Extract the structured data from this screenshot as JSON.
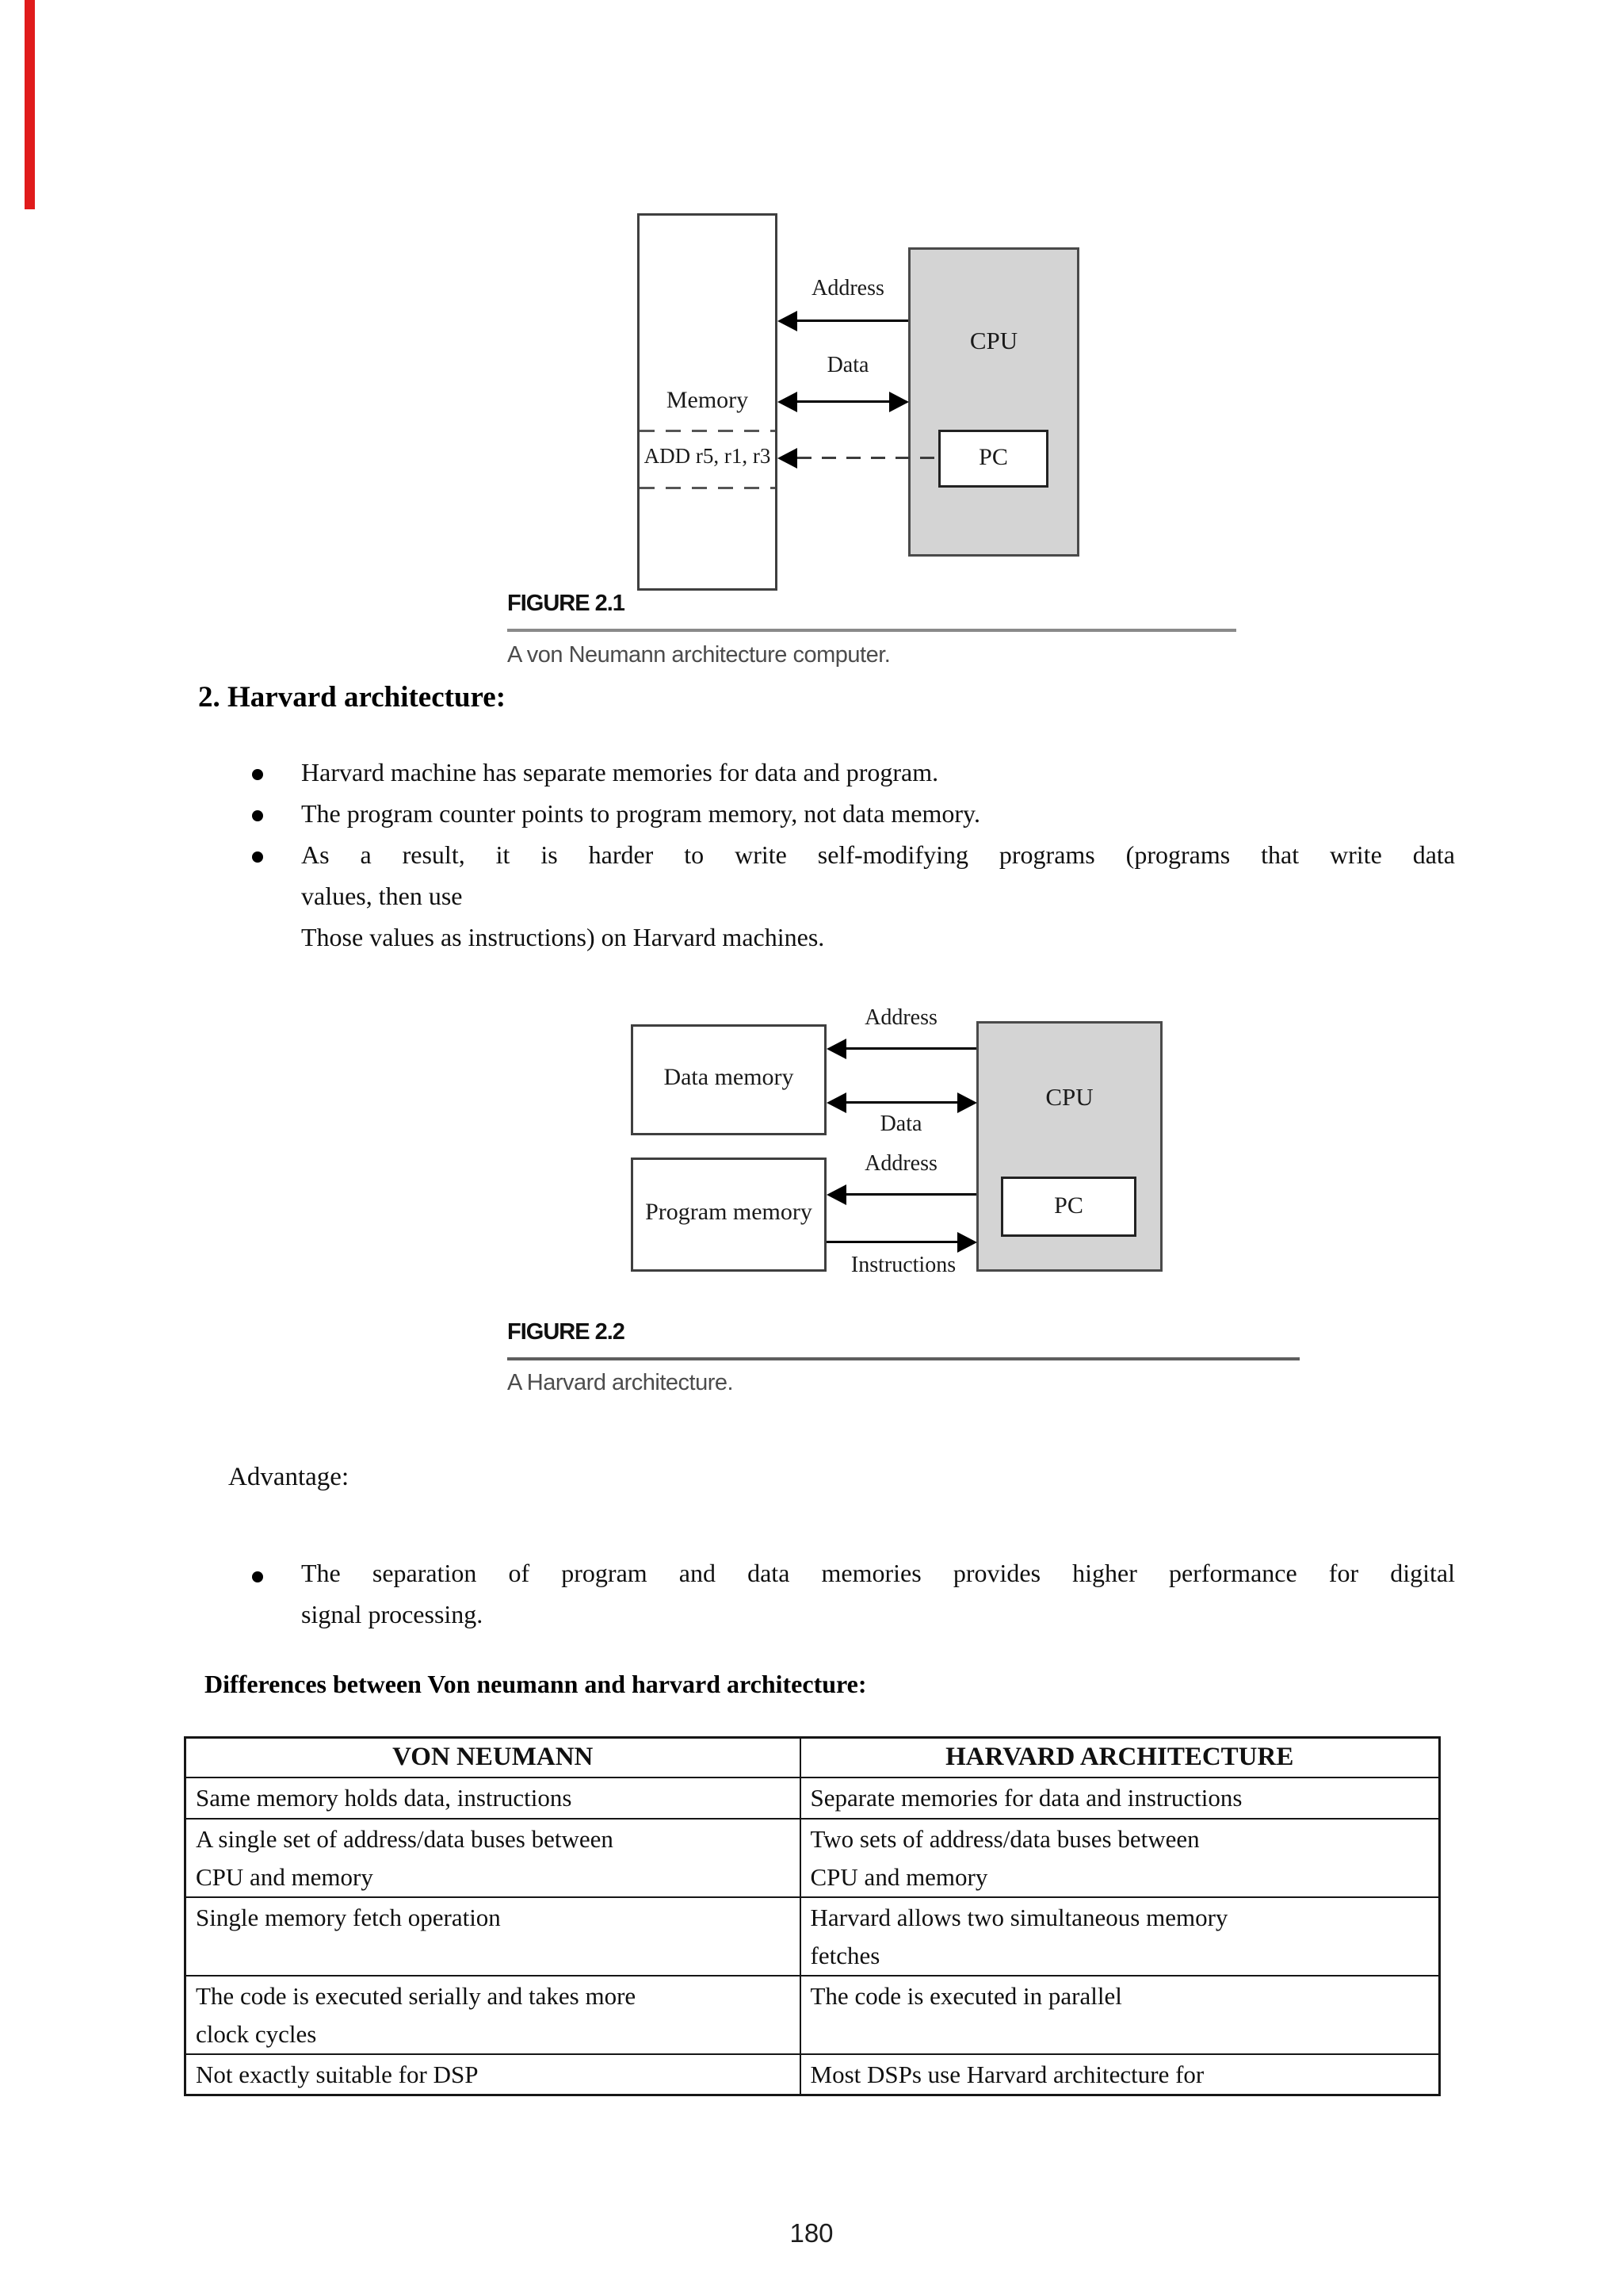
{
  "figure1": {
    "label": "FIGURE 2.1",
    "caption": "A von Neumann architecture computer.",
    "memory_label": "Memory",
    "instruction": "ADD r5, r1, r3",
    "cpu_label": "CPU",
    "pc_label": "PC",
    "bus_address": "Address",
    "bus_data": "Data"
  },
  "harvard_section": {
    "heading": "2. Harvard architecture:",
    "bullet1": "Harvard machine has separate memories for data and program.",
    "bullet2": "The program counter points to program memory, not data memory.",
    "bullet3_line1": "As a result, it is harder to write self-modifying programs (programs that write data",
    "bullet3_line2": "values, then use",
    "bullet3_line3": "Those values as instructions) on Harvard machines."
  },
  "figure2": {
    "label": "FIGURE 2.2",
    "caption": "A Harvard architecture.",
    "data_memory_label": "Data memory",
    "program_memory_label": "Program memory",
    "cpu_label": "CPU",
    "pc_label": "PC",
    "bus_address_top": "Address",
    "bus_data": "Data",
    "bus_address_bottom": "Address",
    "bus_instructions": "Instructions"
  },
  "advantage": {
    "heading": "Advantage:",
    "line1": "The separation of program and data memories provides higher performance for digital",
    "line2": "signal processing."
  },
  "differences": {
    "heading": "Differences between Von neumann and harvard architecture:",
    "col1_header": "VON NEUMANN",
    "col2_header": "HARVARD ARCHITECTURE",
    "rows": [
      {
        "a1": "Same memory holds data, instructions",
        "a2": "",
        "b1": "Separate memories for data and instructions",
        "b2": ""
      },
      {
        "a1": "A single set of address/data buses between",
        "a2": "CPU and memory",
        "b1": "Two sets of address/data buses between",
        "b2": "CPU and memory"
      },
      {
        "a1": "Single memory fetch operation",
        "a2": "",
        "b1": "Harvard allows two simultaneous memory",
        "b2": "fetches"
      },
      {
        "a1": "The code is executed serially and takes more",
        "a2": "clock cycles",
        "b1": "The code is executed in parallel",
        "b2": ""
      },
      {
        "a1": "Not exactly suitable for DSP",
        "a2": "",
        "b1": "Most DSPs use Harvard architecture for",
        "b2": ""
      }
    ]
  },
  "page_number": "180"
}
